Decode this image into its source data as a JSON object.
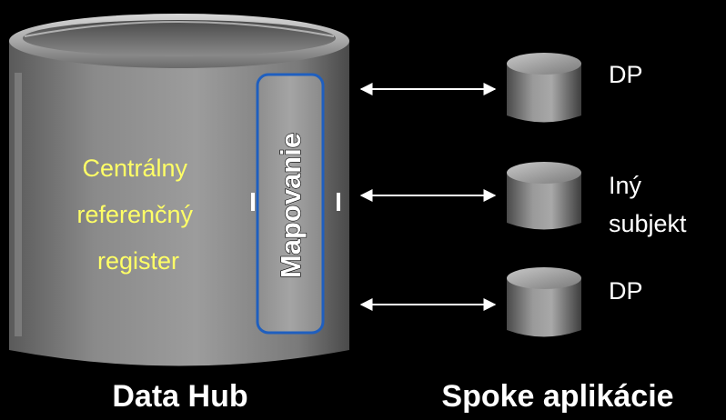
{
  "hub": {
    "label_lines": [
      "Centrálny",
      "referenčný",
      "register"
    ],
    "mapping_label": "Mapovanie",
    "caption": "Data Hub"
  },
  "spokes": [
    {
      "label_lines": [
        "DP"
      ]
    },
    {
      "label_lines": [
        "Iný",
        "subjekt"
      ]
    },
    {
      "label_lines": [
        "DP"
      ]
    }
  ],
  "spokes_caption": "Spoke aplikácie",
  "colors": {
    "background": "#000000",
    "hub_text": "#ffff66",
    "mapping_border": "#1f5fbf",
    "arrow": "#ffffff",
    "text": "#ffffff"
  }
}
